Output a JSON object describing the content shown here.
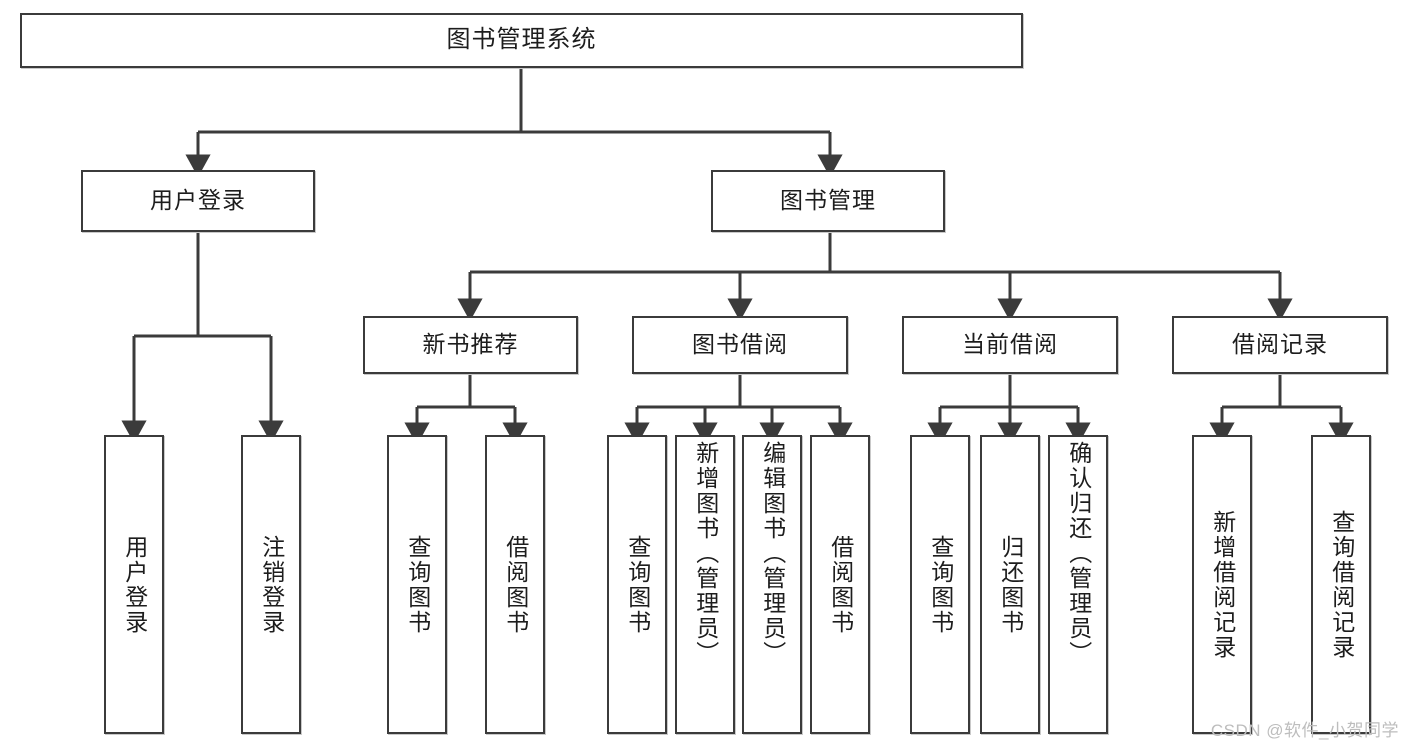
{
  "diagram": {
    "type": "tree-hierarchy-chart",
    "title": "图书管理系统",
    "orientation": "top-down",
    "colors": {
      "node_border": "#3b3b3b",
      "node_fill": "#ffffff",
      "edge": "#3b3b3b",
      "text": "#1d1d1d",
      "watermark": "#bdbdbd"
    }
  },
  "root": {
    "label": "图书管理系统"
  },
  "level2": [
    {
      "label": "用户登录"
    },
    {
      "label": "图书管理"
    }
  ],
  "level3": [
    {
      "label": "新书推荐"
    },
    {
      "label": "图书借阅"
    },
    {
      "label": "当前借阅"
    },
    {
      "label": "借阅记录"
    }
  ],
  "leaves": {
    "user_login": [
      {
        "label": "用户登录"
      },
      {
        "label": "注销登录"
      }
    ],
    "new_book_recommend": [
      {
        "label": "查询图书"
      },
      {
        "label": "借阅图书"
      }
    ],
    "book_borrow": [
      {
        "label": "查询图书"
      },
      {
        "label": "新增图书（管理员）"
      },
      {
        "label": "编辑图书（管理员）"
      },
      {
        "label": "借阅图书"
      }
    ],
    "current_borrow": [
      {
        "label": "查询图书"
      },
      {
        "label": "归还图书"
      },
      {
        "label": "确认归还（管理员）"
      }
    ],
    "borrow_record": [
      {
        "label": "新增借阅记录"
      },
      {
        "label": "查询借阅记录"
      }
    ]
  },
  "watermark": {
    "text": "CSDN @软件_小贺同学"
  }
}
